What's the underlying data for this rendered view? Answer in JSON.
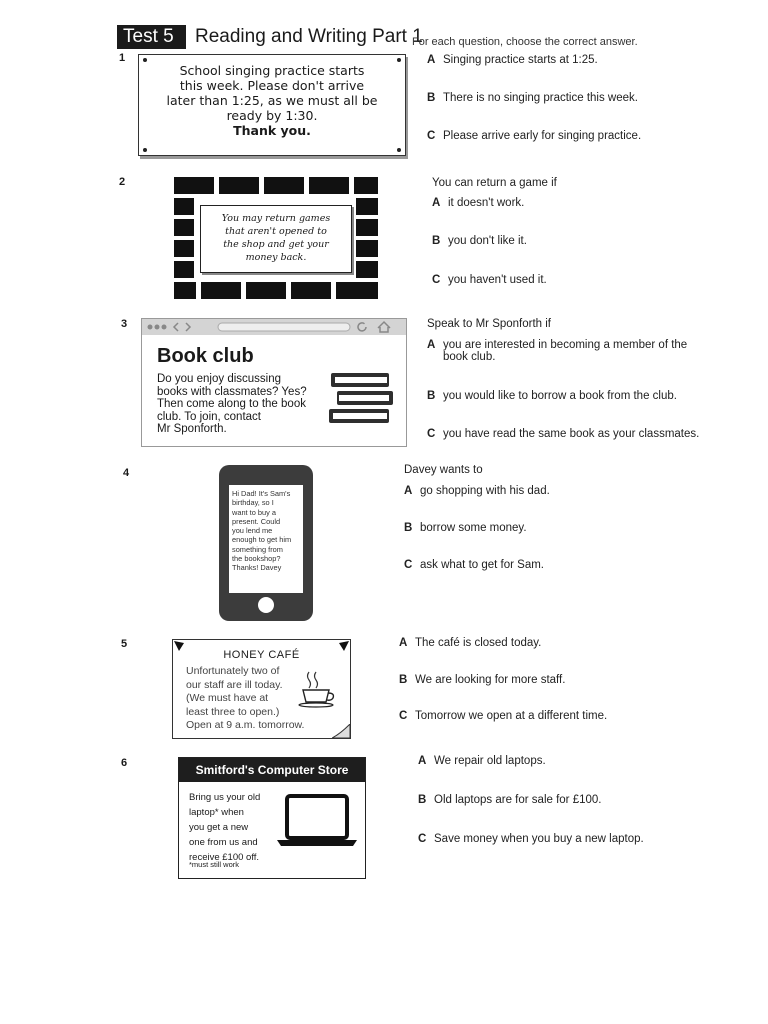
{
  "header": {
    "test_label": "Test 5",
    "title": "Reading and Writing Part 1",
    "instruction": "For each question, choose the correct answer."
  },
  "questions": [
    {
      "number": "1",
      "notice": [
        "School singing practice starts",
        "this week. Please don't arrive",
        "later than 1:25, as we must all be",
        "ready by 1:30.",
        "Thank you."
      ],
      "stem": "",
      "options": [
        {
          "letter": "A",
          "text": "Singing practice starts at 1:25."
        },
        {
          "letter": "B",
          "text": "There is no singing practice this week."
        },
        {
          "letter": "C",
          "text": "Please arrive early for singing practice."
        }
      ]
    },
    {
      "number": "2",
      "notice": [
        "You may return games",
        "that aren't opened to",
        "the shop and get your",
        "money back."
      ],
      "stem": "You can return a game if",
      "options": [
        {
          "letter": "A",
          "text": "it doesn't work."
        },
        {
          "letter": "B",
          "text": "you don't like it."
        },
        {
          "letter": "C",
          "text": "you haven't used it."
        }
      ]
    },
    {
      "number": "3",
      "notice_title": "Book club",
      "notice": [
        "Do you enjoy discussing",
        "books with classmates? Yes?",
        "Then come along to the book",
        "club. To join, contact",
        "Mr Sponforth."
      ],
      "stem": "Speak to Mr Sponforth if",
      "options": [
        {
          "letter": "A",
          "text": "you are interested in becoming a member of the",
          "text2": "book club."
        },
        {
          "letter": "B",
          "text": "you would like to borrow a book from the club."
        },
        {
          "letter": "C",
          "text": "you have read the same book as your classmates."
        }
      ]
    },
    {
      "number": "4",
      "notice": [
        "Hi Dad! It's Sam's",
        "birthday, so I",
        "want to buy a",
        "present. Could",
        "you lend me",
        "enough to get him",
        "something from",
        "the bookshop?",
        "Thanks! Davey"
      ],
      "stem": "Davey wants to",
      "options": [
        {
          "letter": "A",
          "text": "go shopping with his dad."
        },
        {
          "letter": "B",
          "text": "borrow some money."
        },
        {
          "letter": "C",
          "text": "ask what to get for Sam."
        }
      ]
    },
    {
      "number": "5",
      "notice_title": "HONEY CAFÉ",
      "notice": [
        "Unfortunately two of",
        "our staff are ill today.",
        "(We must have at",
        "least three to open.)",
        "Open at 9 a.m. tomorrow."
      ],
      "stem": "",
      "options": [
        {
          "letter": "A",
          "text": "The café is closed today."
        },
        {
          "letter": "B",
          "text": "We are looking for more staff."
        },
        {
          "letter": "C",
          "text": "Tomorrow we open at a different time."
        }
      ]
    },
    {
      "number": "6",
      "notice_title": "Smitford's Computer Store",
      "notice": [
        "Bring us your old",
        "laptop* when",
        "you get a new",
        "one from us and",
        "receive £100 off."
      ],
      "footnote": "*must still work",
      "stem": "",
      "options": [
        {
          "letter": "A",
          "text": "We repair old laptops."
        },
        {
          "letter": "B",
          "text": "Old laptops are for sale for £100."
        },
        {
          "letter": "C",
          "text": "Save money when you buy a new laptop."
        }
      ]
    }
  ],
  "icons": [
    "pin-icon",
    "book-stack-icon",
    "coffee-cup-icon",
    "laptop-icon",
    "browser-nav-icons"
  ]
}
